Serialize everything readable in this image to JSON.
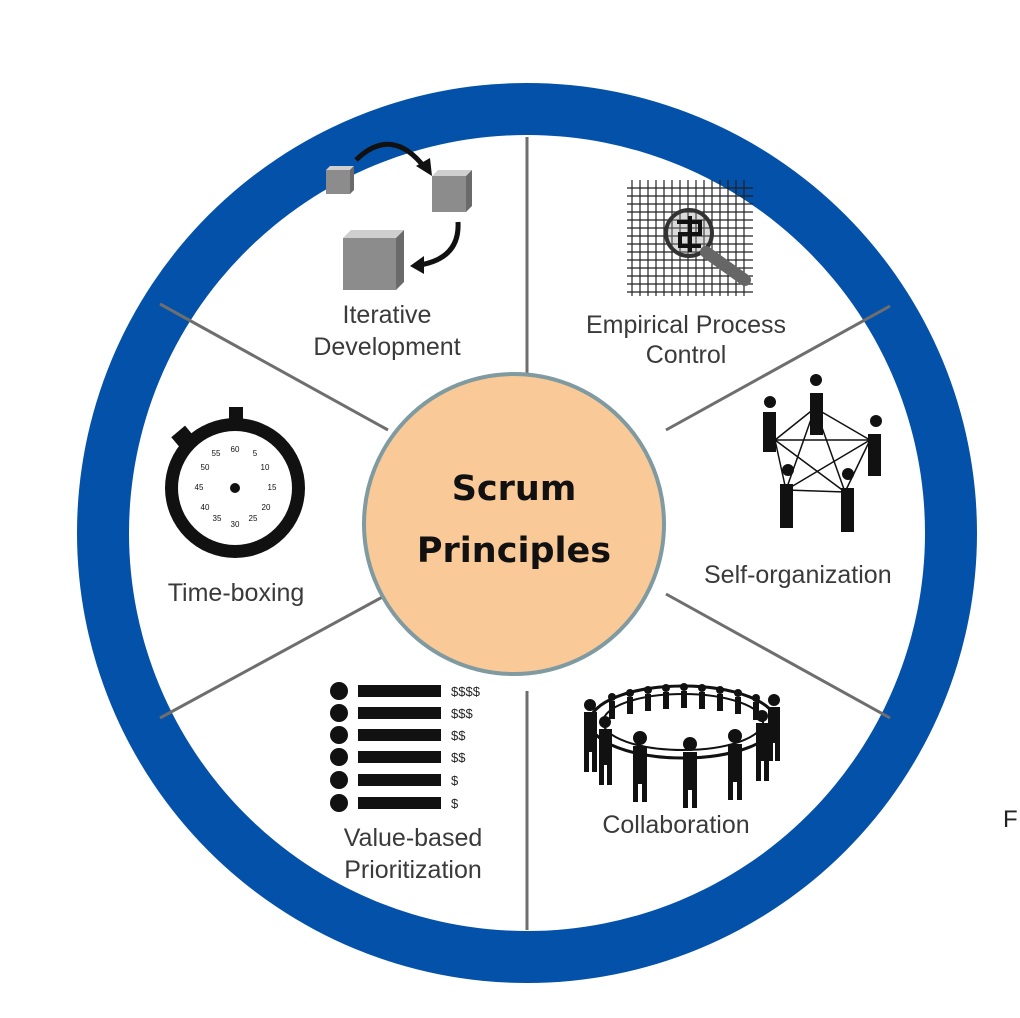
{
  "center": {
    "line1": "Scrum",
    "line2": "Principles"
  },
  "segments": [
    {
      "id": "iterative",
      "lines": [
        "Iterative",
        "Development"
      ],
      "icon": "cubes-cycle-icon"
    },
    {
      "id": "empirical",
      "lines": [
        "Empirical Process",
        "Control"
      ],
      "icon": "magnifier-grid-icon"
    },
    {
      "id": "selforg",
      "lines": [
        "Self-organization"
      ],
      "icon": "network-people-icon"
    },
    {
      "id": "collab",
      "lines": [
        "Collaboration"
      ],
      "icon": "people-circle-icon"
    },
    {
      "id": "value",
      "lines": [
        "Value-based",
        "Prioritization"
      ],
      "icon": "priority-list-icon"
    },
    {
      "id": "timebox",
      "lines": [
        "Time-boxing"
      ],
      "icon": "stopwatch-icon"
    }
  ],
  "priority_list": [
    "$$$$",
    "$$$",
    "$$",
    "$$",
    "$",
    "$"
  ],
  "stopwatch_ticks": [
    "60",
    "5",
    "10",
    "15",
    "20",
    "25",
    "30",
    "35",
    "40",
    "45",
    "50",
    "55"
  ],
  "edge_text": "F",
  "colors": {
    "ring": "#0451a9",
    "center_fill": "#f9c998",
    "center_stroke": "#7f9aa1",
    "divider": "#6e6e6e"
  }
}
